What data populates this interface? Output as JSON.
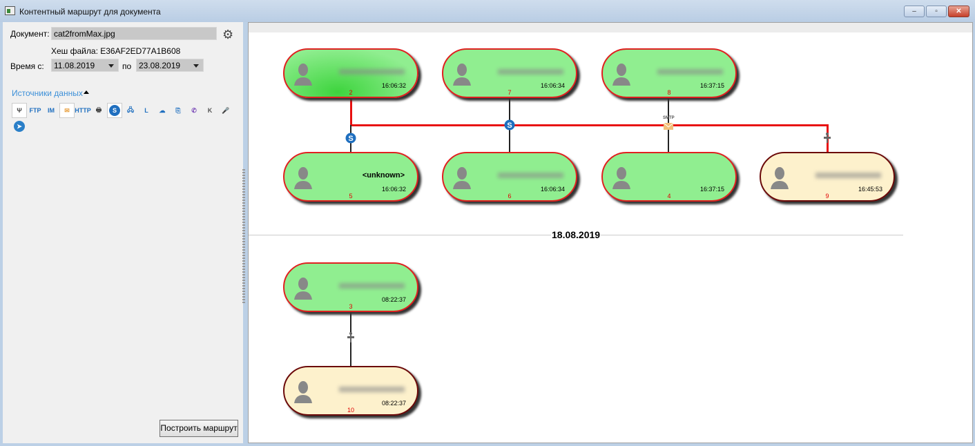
{
  "window": {
    "title": "Контентный маршрут для документа",
    "buttons": {
      "minimize": "–",
      "maximize": "▫",
      "close": "✕"
    }
  },
  "form": {
    "document_label": "Документ:",
    "document_value": "cat2fromMax.jpg",
    "hash_text": "Хеш файла: E36AF2ED77A1B608",
    "time_label": "Время с:",
    "date_from": "11.08.2019",
    "to_label": "по",
    "date_to": "23.08.2019",
    "sources_label": "Источники данных",
    "sources": [
      {
        "name": "usb",
        "glyph": "Ψ",
        "selected": true
      },
      {
        "name": "ftp",
        "glyph": "FTP"
      },
      {
        "name": "im",
        "glyph": "IM"
      },
      {
        "name": "mail",
        "glyph": "✉",
        "selected": true
      },
      {
        "name": "http",
        "glyph": "HTTP"
      },
      {
        "name": "printer",
        "glyph": "🖶"
      },
      {
        "name": "skype",
        "glyph": "S",
        "selected": true
      },
      {
        "name": "network",
        "glyph": "🖧"
      },
      {
        "name": "lync",
        "glyph": "L"
      },
      {
        "name": "cloud",
        "glyph": "☁"
      },
      {
        "name": "clipboard",
        "glyph": "⎘"
      },
      {
        "name": "viber",
        "glyph": "✆"
      },
      {
        "name": "keylogger",
        "glyph": "K"
      },
      {
        "name": "microphone",
        "glyph": "🎤"
      },
      {
        "name": "telegram",
        "glyph": "➤"
      }
    ],
    "build_button": "Построить маршрут"
  },
  "graph": {
    "date_separator": "18.08.2019",
    "nodes": [
      {
        "id": "2",
        "time": "16:06:32",
        "style": "hot",
        "name": null
      },
      {
        "id": "7",
        "time": "16:06:34",
        "style": "normal",
        "name": null
      },
      {
        "id": "8",
        "time": "16:37:15",
        "style": "normal",
        "name": null
      },
      {
        "id": "5",
        "time": "16:06:32",
        "style": "normal",
        "name": "<unknown>"
      },
      {
        "id": "6",
        "time": "16:06:34",
        "style": "normal",
        "name": null
      },
      {
        "id": "4",
        "time": "16:37:15",
        "style": "normal",
        "name": ""
      },
      {
        "id": "9",
        "time": "16:45:53",
        "style": "dev",
        "name": null
      },
      {
        "id": "3",
        "time": "08:22:37",
        "style": "normal",
        "name": null
      },
      {
        "id": "10",
        "time": "08:22:37",
        "style": "dev",
        "name": null
      }
    ],
    "edges": [
      {
        "from": "2",
        "to": "5",
        "channel": "skype"
      },
      {
        "from": "7",
        "to": "6",
        "channel": "skype"
      },
      {
        "from": "8",
        "to": "4",
        "channel": "smtp",
        "label": "SMTP"
      },
      {
        "from": "2",
        "to": "9",
        "channel": "usb"
      },
      {
        "from": "3",
        "to": "10",
        "channel": "usb"
      }
    ]
  },
  "colors": {
    "node": "#90ee90",
    "device": "#fdf1cc",
    "route": "#e81010",
    "link": "#3b8fd8"
  }
}
